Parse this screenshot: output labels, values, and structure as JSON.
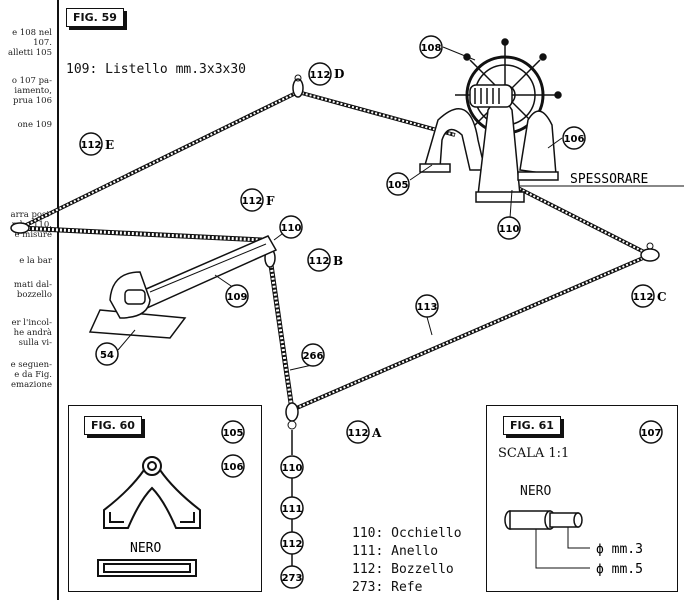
{
  "margin_text": [
    "e 108 nel",
    "107.",
    "alletti 105",
    "",
    "o 107 pa-",
    "iamento,",
    "prua 106",
    "",
    "one 109",
    "",
    "arra posi-",
    "mbo 110,",
    "e misure",
    "",
    "e la bar",
    "",
    "mati dal-",
    "bozzello",
    "",
    "er l'incol-",
    "he andrà",
    "sulla vi-",
    "",
    "e seguen-",
    "e da Fig.",
    "emazione"
  ],
  "fig59": {
    "tag": "FIG. 59",
    "caption": "109: Listello mm.3x3x30",
    "spessorare": "SPESSORARE",
    "parts": {
      "p108": "108",
      "p105": "105",
      "p106": "106",
      "p110a": "110",
      "p113": "113",
      "p109": "109",
      "p54": "54",
      "p110b": "110",
      "p266": "266",
      "p110c": "110",
      "p111": "111",
      "p112c": "112",
      "p273": "273"
    },
    "blocks": {
      "d": {
        "num": "112",
        "letter": "D"
      },
      "e": {
        "num": "112",
        "letter": "E"
      },
      "f": {
        "num": "112",
        "letter": "F"
      },
      "b": {
        "num": "112",
        "letter": "B"
      },
      "c": {
        "num": "112",
        "letter": "C"
      },
      "a": {
        "num": "112",
        "letter": "A"
      }
    }
  },
  "fig60": {
    "tag": "FIG. 60",
    "ref1": "105",
    "ref2": "106",
    "color_label": "NERO"
  },
  "fig61": {
    "tag": "FIG. 61",
    "ref": "107",
    "scale": "SCALA 1:1",
    "color_label": "NERO",
    "dim1": "ϕ mm.3",
    "dim2": "ϕ mm.5"
  },
  "legend": [
    "110: Occhiello",
    "111: Anello",
    "112: Bozzello",
    "273: Refe"
  ]
}
